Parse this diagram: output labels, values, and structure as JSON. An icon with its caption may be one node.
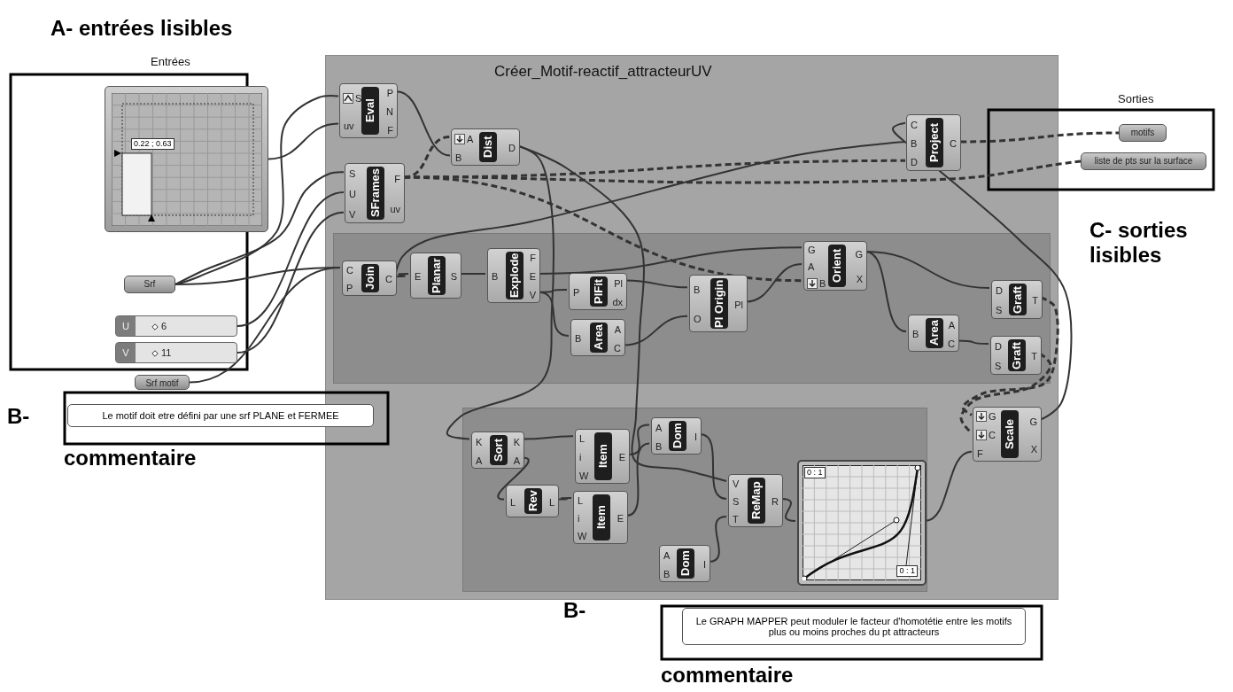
{
  "diagram": {
    "nodes": [
      {
        "text": [
          "0.22 ; 0.63"
        ]
      },
      {
        "text": [
          "Srf"
        ]
      },
      {
        "text": [
          "U",
          "6"
        ]
      },
      {
        "text": [
          "V",
          "11"
        ]
      },
      {
        "text": [
          "Srf motif"
        ]
      },
      {
        "text": [
          "Le motif doit etre défini par une srf PLANE et FERMEE"
        ]
      },
      {
        "text": [
          "Créer_Motif-reactif_attracteurUV"
        ]
      },
      {
        "text": [
          "S",
          "uv",
          "Eval",
          "P",
          "N",
          "F"
        ],
        "in": 6
      },
      {
        "text": [
          "S",
          "U",
          "V",
          "SFrames",
          "F",
          "uv"
        ],
        "in": 6
      },
      {
        "text": [
          "A",
          "B",
          "Dist",
          "D"
        ],
        "in": 6
      },
      {
        "text": [
          "C",
          "B",
          "D",
          "Project",
          "C"
        ],
        "in": 6
      },
      {
        "text": [],
        "shape": "box",
        "in": 6
      },
      {
        "text": [
          "C",
          "P",
          "Join",
          "C"
        ],
        "in": 11
      },
      {
        "text": [
          "E",
          "Planar",
          "S"
        ],
        "in": 11
      },
      {
        "text": [
          "B",
          "Explode",
          "F",
          "E",
          "V"
        ],
        "in": 11
      },
      {
        "text": [
          "P",
          "PlFit",
          "Pl",
          "dx"
        ],
        "in": 11
      },
      {
        "text": [
          "B",
          "Area",
          "A",
          "C"
        ],
        "in": 11
      },
      {
        "text": [
          "B",
          "O",
          "Pl Origin",
          "Pl"
        ],
        "in": 11
      },
      {
        "text": [
          "G",
          "A",
          "B",
          "Orient",
          "G",
          "X"
        ],
        "in": 11
      },
      {
        "text": [
          "B",
          "Area",
          "A",
          "C"
        ],
        "in": 11
      },
      {
        "text": [
          "D",
          "S",
          "Graft",
          "T"
        ],
        "in": 11
      },
      {
        "text": [
          "D",
          "S",
          "Graft",
          "T"
        ],
        "in": 11
      },
      {
        "text": [
          "G",
          "C",
          "F",
          "Scale",
          "G",
          "X"
        ],
        "in": 6
      },
      {
        "text": [],
        "shape": "box",
        "in": 6
      },
      {
        "text": [
          "K",
          "A",
          "Sort",
          "K",
          "A"
        ],
        "in": 23
      },
      {
        "text": [
          "L",
          "i",
          "W",
          "Item",
          "E"
        ],
        "in": 23
      },
      {
        "text": [
          "L",
          "Rev",
          "L"
        ],
        "in": 23
      },
      {
        "text": [
          "L",
          "i",
          "W",
          "Item",
          "E"
        ],
        "in": 23
      },
      {
        "text": [
          "A",
          "B",
          "Dom",
          "I"
        ],
        "in": 23
      },
      {
        "text": [
          "V",
          "S",
          "T",
          "ReMap",
          "R"
        ],
        "in": 23
      },
      {
        "text": [
          "A",
          "B",
          "Dom",
          "I"
        ],
        "in": 23
      },
      {
        "text": [
          "0 : 1",
          "0 : 1"
        ],
        "in": 23
      },
      {
        "text": [
          "motifs"
        ]
      },
      {
        "text": [
          "liste de pts sur la surface"
        ]
      },
      {
        "text": [
          "Le GRAPH MAPPER peut moduler le facteur d'homotétie entre les motifs plus ou moins proches du pt attracteurs"
        ]
      }
    ],
    "edges": [
      {
        "from": 1,
        "to": 7,
        "arrow": "none"
      },
      {
        "from": 0,
        "to": 7,
        "arrow": "none"
      },
      {
        "from": 1,
        "to": 8,
        "arrow": "none"
      },
      {
        "from": 2,
        "to": 8,
        "arrow": "none"
      },
      {
        "from": 3,
        "to": 8,
        "arrow": "none"
      },
      {
        "from": 1,
        "to": 12,
        "arrow": "none"
      },
      {
        "from": 4,
        "to": 12,
        "arrow": "none"
      },
      {
        "from": 7,
        "to": 9,
        "arrow": "none"
      },
      {
        "from": 8,
        "to": 9,
        "arrow": "none",
        "style": "dashed"
      },
      {
        "from": 8,
        "to": 10,
        "arrow": "none",
        "style": "dashed"
      },
      {
        "from": 8,
        "to": 18,
        "arrow": "none",
        "style": "dashed"
      },
      {
        "from": 8,
        "to": 33,
        "arrow": "none",
        "style": "dashed"
      },
      {
        "from": 9,
        "to": 24,
        "arrow": "none"
      },
      {
        "from": 9,
        "to": 29,
        "arrow": "none"
      },
      {
        "from": 12,
        "to": 13,
        "arrow": "none"
      },
      {
        "from": 12,
        "to": 10,
        "arrow": "none"
      },
      {
        "from": 13,
        "to": 14,
        "arrow": "none"
      },
      {
        "from": 14,
        "to": 18,
        "arrow": "none"
      },
      {
        "from": 14,
        "to": 15,
        "arrow": "none"
      },
      {
        "from": 14,
        "to": 16,
        "arrow": "none"
      },
      {
        "from": 15,
        "to": 17,
        "arrow": "none"
      },
      {
        "from": 16,
        "to": 17,
        "arrow": "none"
      },
      {
        "from": 17,
        "to": 18,
        "arrow": "none"
      },
      {
        "from": 18,
        "to": 20,
        "arrow": "none"
      },
      {
        "from": 18,
        "to": 19,
        "arrow": "none"
      },
      {
        "from": 19,
        "to": 21,
        "arrow": "none"
      },
      {
        "from": 20,
        "to": 22,
        "arrow": "none",
        "style": "dashed"
      },
      {
        "from": 21,
        "to": 22,
        "arrow": "none",
        "style": "dashed"
      },
      {
        "from": 22,
        "to": 10,
        "arrow": "none"
      },
      {
        "from": 10,
        "to": 32,
        "arrow": "none",
        "style": "dashed"
      },
      {
        "from": 24,
        "to": 25,
        "arrow": "none"
      },
      {
        "from": 24,
        "to": 26,
        "arrow": "none"
      },
      {
        "from": 26,
        "to": 27,
        "arrow": "none"
      },
      {
        "from": 25,
        "to": 28,
        "arrow": "none"
      },
      {
        "from": 27,
        "to": 28,
        "arrow": "none"
      },
      {
        "from": 28,
        "to": 29,
        "arrow": "none"
      },
      {
        "from": 30,
        "to": 29,
        "arrow": "none"
      },
      {
        "from": 29,
        "to": 31,
        "arrow": "none"
      },
      {
        "from": 31,
        "to": 22,
        "arrow": "none"
      }
    ],
    "labels": [
      "A- entrées lisibles",
      "Entrées",
      "Sorties",
      "C- sorties lisibles",
      "B-",
      "commentaire",
      "B-",
      "commentaire"
    ]
  }
}
